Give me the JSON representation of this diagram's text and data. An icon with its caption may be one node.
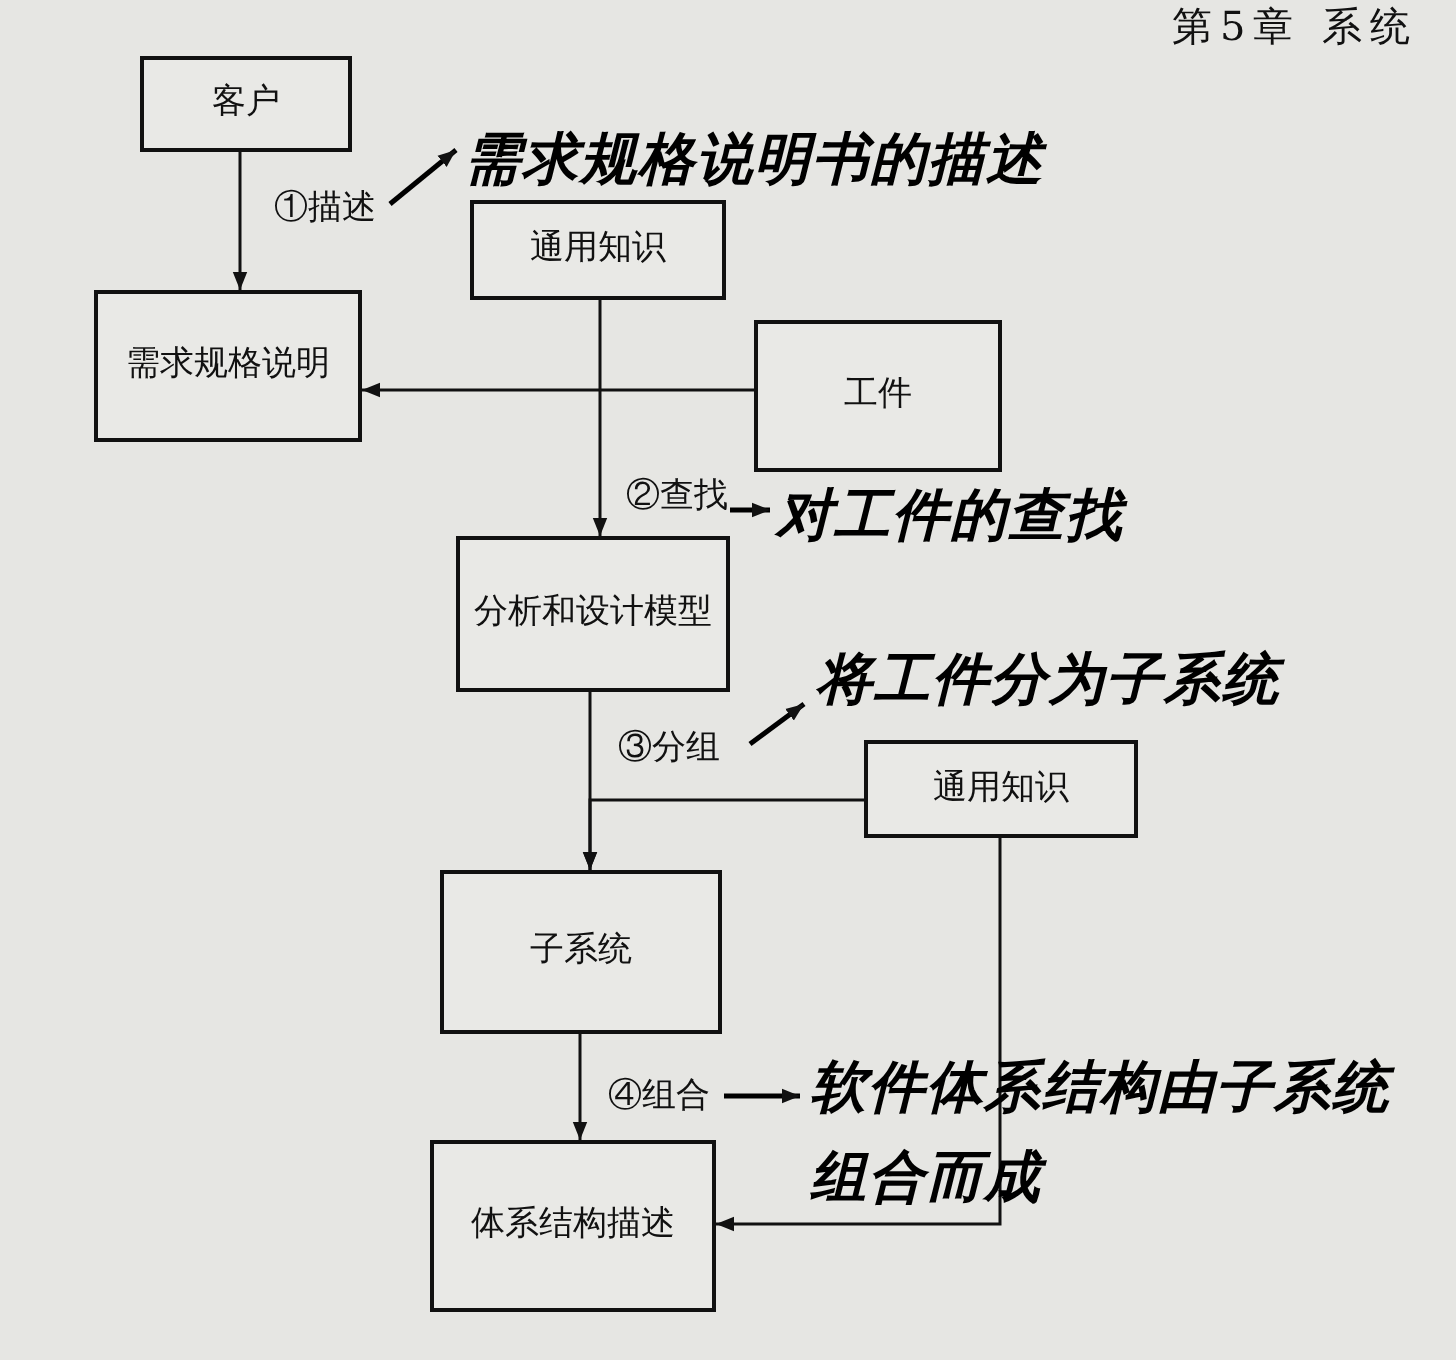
{
  "diagram": {
    "nodes": [
      {
        "text": [
          "客户"
        ]
      },
      {
        "text": [
          "需求规格说明"
        ]
      },
      {
        "text": [
          "通用知识"
        ]
      },
      {
        "text": [
          "工件"
        ]
      },
      {
        "text": [
          "分析和设计模型"
        ]
      },
      {
        "text": [
          "子系统"
        ]
      },
      {
        "text": [
          "通用知识"
        ]
      },
      {
        "text": [
          "体系结构描述"
        ]
      }
    ],
    "edges": [
      {
        "from": 0,
        "to": 1,
        "arrow": "to",
        "label": "①描述"
      },
      {
        "from": 3,
        "to": 1,
        "arrow": "to"
      },
      {
        "from": 2,
        "to": 4,
        "arrow": "to",
        "label": "②查找"
      },
      {
        "from": 4,
        "to": 5,
        "arrow": "to",
        "label": "③分组"
      },
      {
        "from": 6,
        "to": 5,
        "arrow": "to"
      },
      {
        "from": 5,
        "to": 7,
        "arrow": "to",
        "label": "④组合"
      },
      {
        "from": 6,
        "to": 7,
        "arrow": "to"
      }
    ],
    "labels": [
      "第5章 系统",
      "需求规格说明书的描述",
      "对工件的查找",
      "将工件分为子系统",
      "软件体系结构由子系统组合而成"
    ]
  }
}
